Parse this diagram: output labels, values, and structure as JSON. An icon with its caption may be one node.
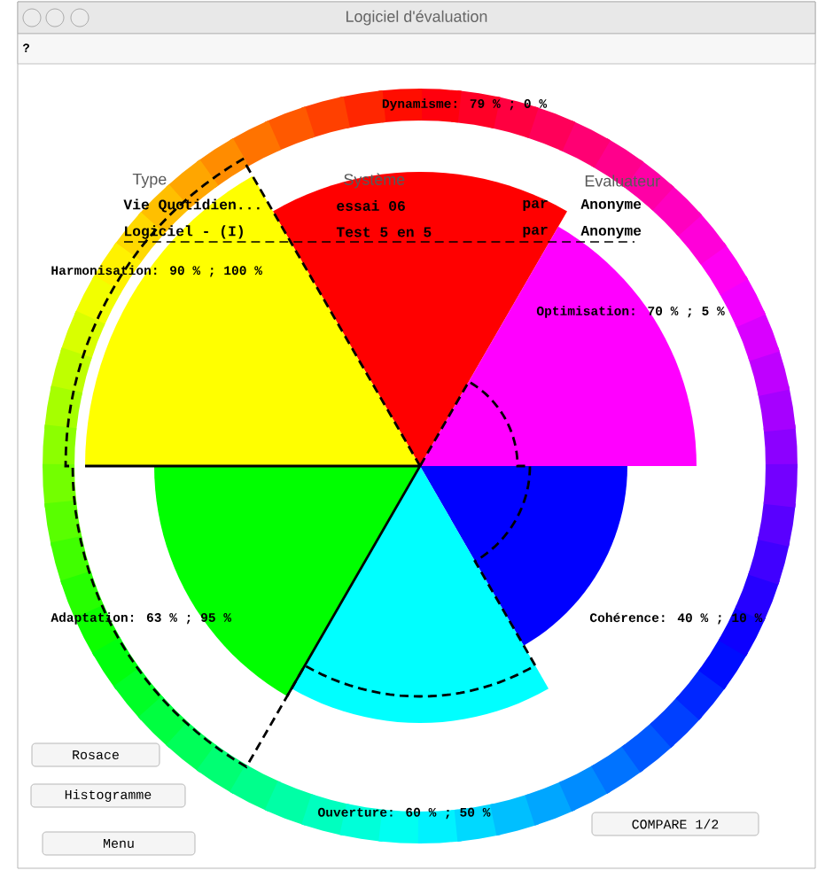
{
  "diagram": {
    "title": "Logiciel d'évaluation",
    "nodes": [
      {
        "text": [
          "Rosace"
        ]
      },
      {
        "text": [
          "Histogramme"
        ]
      },
      {
        "text": [
          "Menu"
        ]
      },
      {
        "text": [
          "COMPARE 1/2"
        ]
      }
    ],
    "labels": [
      "?",
      "Dynamisme: 79 % ; 0 %",
      "Type",
      "Système",
      "Evaluateur",
      "Vie Quotidien...",
      "essai 06",
      "par",
      "Anonyme",
      "Logiciel - (I)",
      "Test 5 en 5",
      "par",
      "Anonyme",
      "Harmonisation: 90 % ; 100 %",
      "Optimisation: 70 % ; 5 %",
      "Adaptation: 63 % ; 95 %",
      "Cohérence: 40 % ; 10 %",
      "Ouverture: 60 % ; 50 %"
    ]
  }
}
